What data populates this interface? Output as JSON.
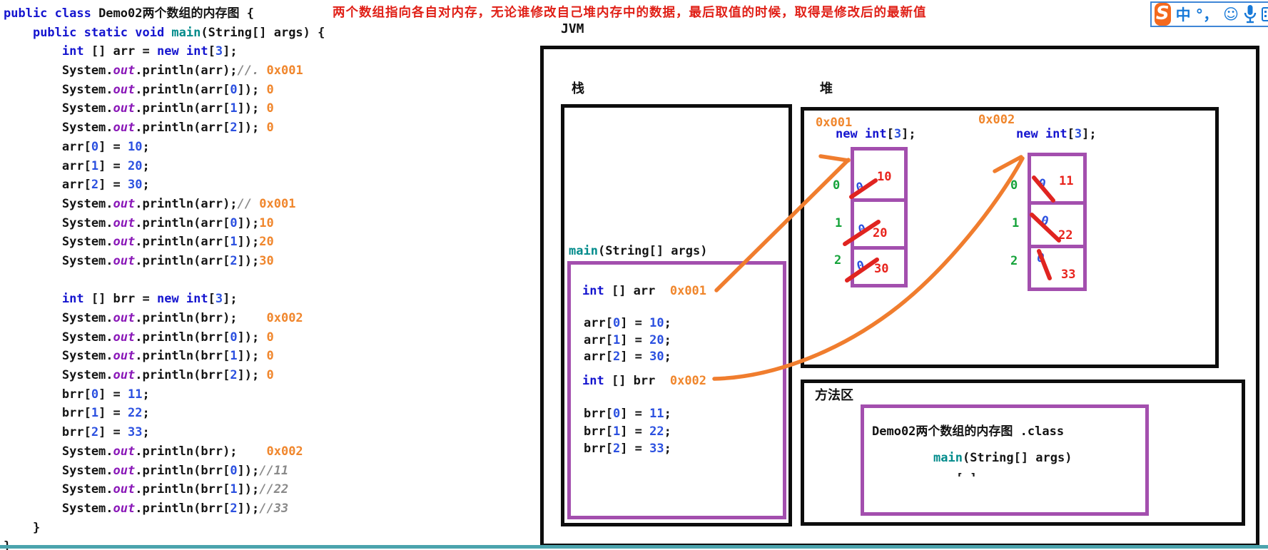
{
  "annotation": {
    "text": "两个数组指向各自对内存，无论谁修改自己堆内存中的数据，最后取值的时候，取得是修改后的最新值"
  },
  "jvm": {
    "label": "JVM"
  },
  "stack": {
    "label": "栈",
    "frame_title": [
      [
        "t",
        "main"
      ],
      [
        "p",
        "(String[] args)"
      ]
    ],
    "lines": {
      "arr_decl": [
        [
          "k",
          "int "
        ],
        [
          "p",
          "[] arr "
        ],
        [
          "or",
          " 0x001"
        ]
      ],
      "arr0": [
        [
          "p",
          "arr["
        ],
        [
          "n",
          "0"
        ],
        [
          "p",
          "] = "
        ],
        [
          "n",
          "10"
        ],
        [
          "p",
          ";"
        ]
      ],
      "arr1": [
        [
          "p",
          "arr["
        ],
        [
          "n",
          "1"
        ],
        [
          "p",
          "] = "
        ],
        [
          "n",
          "20"
        ],
        [
          "p",
          ";"
        ]
      ],
      "arr2": [
        [
          "p",
          "arr["
        ],
        [
          "n",
          "2"
        ],
        [
          "p",
          "] = "
        ],
        [
          "n",
          "30"
        ],
        [
          "p",
          ";"
        ]
      ],
      "brr_decl": [
        [
          "k",
          "int "
        ],
        [
          "p",
          "[] brr "
        ],
        [
          "or",
          " 0x002"
        ]
      ],
      "brr0": [
        [
          "p",
          "brr["
        ],
        [
          "n",
          "0"
        ],
        [
          "p",
          "] = "
        ],
        [
          "n",
          "11"
        ],
        [
          "p",
          ";"
        ]
      ],
      "brr1": [
        [
          "p",
          "brr["
        ],
        [
          "n",
          "1"
        ],
        [
          "p",
          "] = "
        ],
        [
          "n",
          "22"
        ],
        [
          "p",
          ";"
        ]
      ],
      "brr2": [
        [
          "p",
          "brr["
        ],
        [
          "n",
          "2"
        ],
        [
          "p",
          "] = "
        ],
        [
          "n",
          "33"
        ],
        [
          "p",
          ";"
        ]
      ]
    }
  },
  "heap": {
    "label": "堆",
    "arrays": [
      {
        "addr": "0x001",
        "decl": [
          [
            "k",
            "new int"
          ],
          [
            "p",
            "["
          ],
          [
            "n",
            "3"
          ],
          [
            "p",
            "];"
          ]
        ],
        "indices": [
          "0",
          "1",
          "2"
        ],
        "old_value": "0",
        "values": [
          "10",
          "20",
          "30"
        ]
      },
      {
        "addr": "0x002",
        "decl": [
          [
            "k",
            "new int"
          ],
          [
            "p",
            "["
          ],
          [
            "n",
            "3"
          ],
          [
            "p",
            "];"
          ]
        ],
        "indices": [
          "0",
          "1",
          "2"
        ],
        "old_value": "0",
        "values": [
          "11",
          "22",
          "33"
        ]
      }
    ]
  },
  "method_area": {
    "label": "方法区",
    "class_name": "Demo02两个数组的内存图 .class",
    "main_sig": [
      [
        "t",
        "main"
      ],
      [
        "p",
        "(String[] args)"
      ]
    ],
    "partial": "[ ]"
  },
  "code": {
    "lines": [
      [
        [
          "k",
          "public class "
        ],
        [
          "p",
          "Demo02两个数组的内存图 {"
        ]
      ],
      [
        [
          "p",
          "    "
        ],
        [
          "k",
          "public static void "
        ],
        [
          "t",
          "main"
        ],
        [
          "p",
          "(String[] args) {"
        ]
      ],
      [
        [
          "p",
          "        "
        ],
        [
          "k",
          "int "
        ],
        [
          "p",
          "[] arr = "
        ],
        [
          "k",
          "new int"
        ],
        [
          "p",
          "["
        ],
        [
          "n",
          "3"
        ],
        [
          "p",
          "];"
        ]
      ],
      [
        [
          "p",
          "        System."
        ],
        [
          "o",
          "out"
        ],
        [
          "p",
          ".println(arr);"
        ],
        [
          "c",
          "//."
        ],
        [
          "or",
          " 0x001"
        ]
      ],
      [
        [
          "p",
          "        System."
        ],
        [
          "o",
          "out"
        ],
        [
          "p",
          ".println(arr["
        ],
        [
          "n",
          "0"
        ],
        [
          "p",
          "]); "
        ],
        [
          "or",
          "0"
        ]
      ],
      [
        [
          "p",
          "        System."
        ],
        [
          "o",
          "out"
        ],
        [
          "p",
          ".println(arr["
        ],
        [
          "n",
          "1"
        ],
        [
          "p",
          "]); "
        ],
        [
          "or",
          "0"
        ]
      ],
      [
        [
          "p",
          "        System."
        ],
        [
          "o",
          "out"
        ],
        [
          "p",
          ".println(arr["
        ],
        [
          "n",
          "2"
        ],
        [
          "p",
          "]); "
        ],
        [
          "or",
          "0"
        ]
      ],
      [
        [
          "p",
          "        arr["
        ],
        [
          "n",
          "0"
        ],
        [
          "p",
          "] = "
        ],
        [
          "n",
          "10"
        ],
        [
          "p",
          ";"
        ]
      ],
      [
        [
          "p",
          "        arr["
        ],
        [
          "n",
          "1"
        ],
        [
          "p",
          "] = "
        ],
        [
          "n",
          "20"
        ],
        [
          "p",
          ";"
        ]
      ],
      [
        [
          "p",
          "        arr["
        ],
        [
          "n",
          "2"
        ],
        [
          "p",
          "] = "
        ],
        [
          "n",
          "30"
        ],
        [
          "p",
          ";"
        ]
      ],
      [
        [
          "p",
          "        System."
        ],
        [
          "o",
          "out"
        ],
        [
          "p",
          ".println(arr);"
        ],
        [
          "c",
          "// "
        ],
        [
          "or",
          "0x001"
        ]
      ],
      [
        [
          "p",
          "        System."
        ],
        [
          "o",
          "out"
        ],
        [
          "p",
          ".println(arr["
        ],
        [
          "n",
          "0"
        ],
        [
          "p",
          "]);"
        ],
        [
          "or",
          "10"
        ]
      ],
      [
        [
          "p",
          "        System."
        ],
        [
          "o",
          "out"
        ],
        [
          "p",
          ".println(arr["
        ],
        [
          "n",
          "1"
        ],
        [
          "p",
          "]);"
        ],
        [
          "or",
          "20"
        ]
      ],
      [
        [
          "p",
          "        System."
        ],
        [
          "o",
          "out"
        ],
        [
          "p",
          ".println(arr["
        ],
        [
          "n",
          "2"
        ],
        [
          "p",
          "]);"
        ],
        [
          "or",
          "30"
        ]
      ],
      [],
      [
        [
          "p",
          "        "
        ],
        [
          "k",
          "int "
        ],
        [
          "p",
          "[] brr = "
        ],
        [
          "k",
          "new int"
        ],
        [
          "p",
          "["
        ],
        [
          "n",
          "3"
        ],
        [
          "p",
          "];"
        ]
      ],
      [
        [
          "p",
          "        System."
        ],
        [
          "o",
          "out"
        ],
        [
          "p",
          ".println(brr);"
        ],
        [
          "or",
          "    0x002"
        ]
      ],
      [
        [
          "p",
          "        System."
        ],
        [
          "o",
          "out"
        ],
        [
          "p",
          ".println(brr["
        ],
        [
          "n",
          "0"
        ],
        [
          "p",
          "]); "
        ],
        [
          "or",
          "0"
        ]
      ],
      [
        [
          "p",
          "        System."
        ],
        [
          "o",
          "out"
        ],
        [
          "p",
          ".println(brr["
        ],
        [
          "n",
          "1"
        ],
        [
          "p",
          "]); "
        ],
        [
          "or",
          "0"
        ]
      ],
      [
        [
          "p",
          "        System."
        ],
        [
          "o",
          "out"
        ],
        [
          "p",
          ".println(brr["
        ],
        [
          "n",
          "2"
        ],
        [
          "p",
          "]); "
        ],
        [
          "or",
          "0"
        ]
      ],
      [
        [
          "p",
          "        brr["
        ],
        [
          "n",
          "0"
        ],
        [
          "p",
          "] = "
        ],
        [
          "n",
          "11"
        ],
        [
          "p",
          ";"
        ]
      ],
      [
        [
          "p",
          "        brr["
        ],
        [
          "n",
          "1"
        ],
        [
          "p",
          "] = "
        ],
        [
          "n",
          "22"
        ],
        [
          "p",
          ";"
        ]
      ],
      [
        [
          "p",
          "        brr["
        ],
        [
          "n",
          "2"
        ],
        [
          "p",
          "] = "
        ],
        [
          "n",
          "33"
        ],
        [
          "p",
          ";"
        ]
      ],
      [
        [
          "p",
          "        System."
        ],
        [
          "o",
          "out"
        ],
        [
          "p",
          ".println(brr);"
        ],
        [
          "or",
          "    0x002"
        ]
      ],
      [
        [
          "p",
          "        System."
        ],
        [
          "o",
          "out"
        ],
        [
          "p",
          ".println(brr["
        ],
        [
          "n",
          "0"
        ],
        [
          "p",
          "]);"
        ],
        [
          "c",
          "//11"
        ]
      ],
      [
        [
          "p",
          "        System."
        ],
        [
          "o",
          "out"
        ],
        [
          "p",
          ".println(brr["
        ],
        [
          "n",
          "1"
        ],
        [
          "p",
          "]);"
        ],
        [
          "c",
          "//22"
        ]
      ],
      [
        [
          "p",
          "        System."
        ],
        [
          "o",
          "out"
        ],
        [
          "p",
          ".println(brr["
        ],
        [
          "n",
          "2"
        ],
        [
          "p",
          "]);"
        ],
        [
          "c",
          "//33"
        ]
      ],
      [
        [
          "p",
          "    }"
        ]
      ],
      [
        [
          "p",
          "}"
        ]
      ]
    ]
  },
  "ime_toolbar": {
    "logo": "S",
    "chinese_mode": "中",
    "punctuation": "°，",
    "emoji": "☺"
  },
  "colors": {
    "keyword_blue": "#1414cf",
    "number_blue": "#2b50e0",
    "out_purple": "#8a18b8",
    "comment_gray": "#8a8a8a",
    "annotation_orange": "#f0862c",
    "teal_method": "#008b8b",
    "red_note": "#e02017",
    "red_value": "#e8231c",
    "green_index": "#15a33a",
    "box_purple": "#a34fae",
    "arrow_orange": "#f07d2e",
    "bottom_line_teal": "#4ba4ad"
  }
}
